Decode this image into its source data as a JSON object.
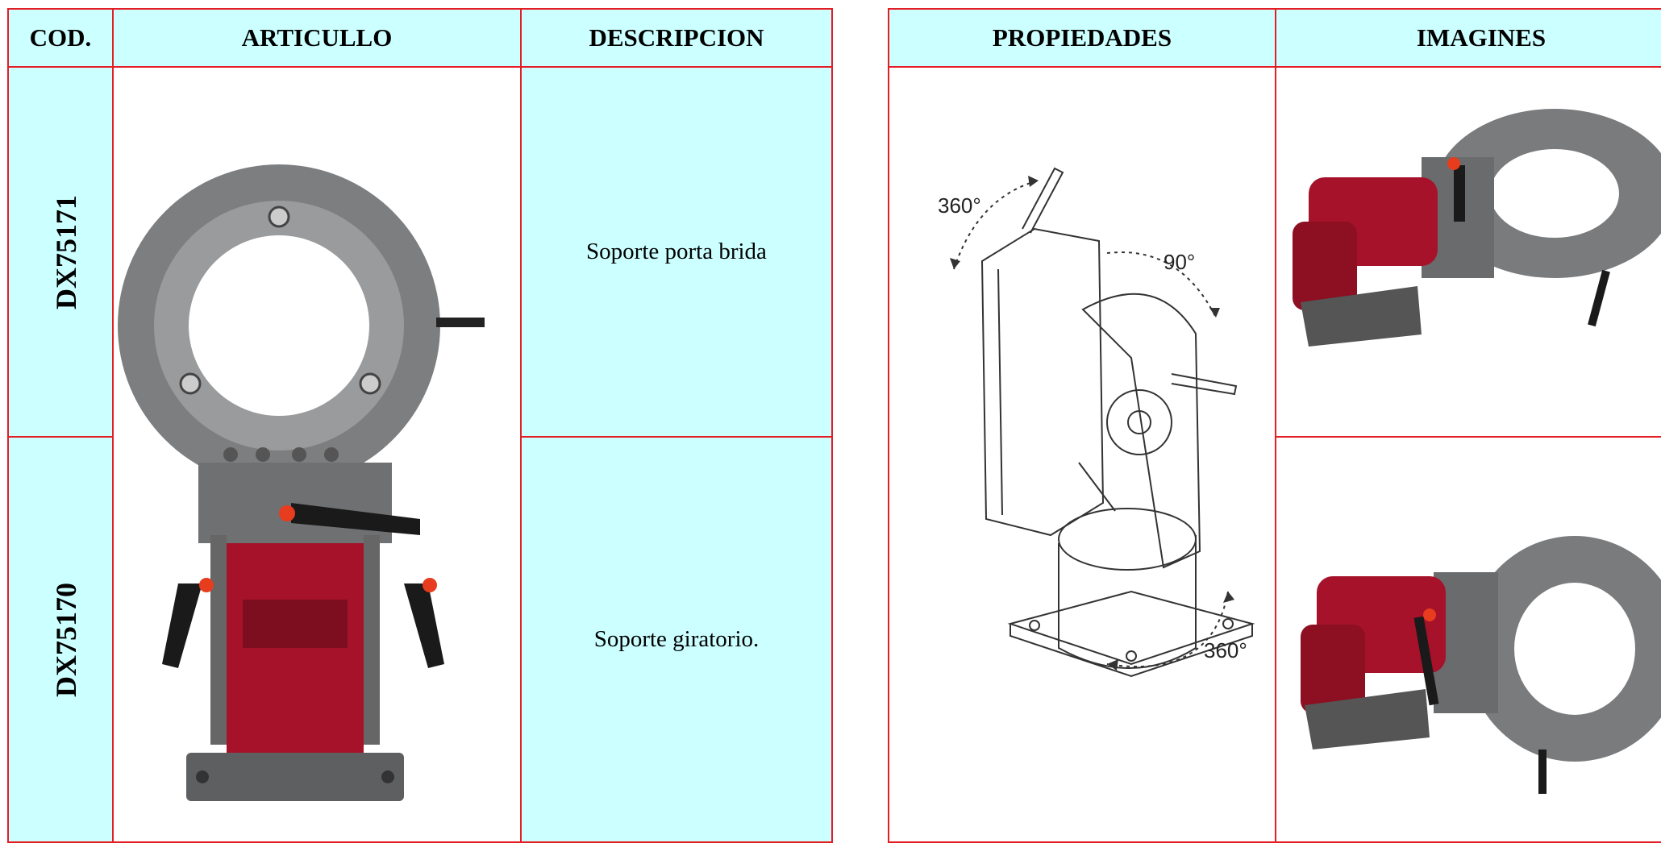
{
  "left_table": {
    "headers": {
      "code": "COD.",
      "article": "ARTICULLO",
      "description": "DESCRIPCION"
    },
    "rows": [
      {
        "code": "DX75171",
        "description": "Soporte porta brida"
      },
      {
        "code": "DX75170",
        "description": "Soporte giratorio."
      }
    ]
  },
  "right_table": {
    "headers": {
      "properties": "PROPIEDADES",
      "images": "IMAGINES"
    }
  },
  "diagram_labels": {
    "rotation_top": "360°",
    "tilt": "90°",
    "rotation_base": "360°"
  },
  "colors": {
    "header_bg": "#ccffff",
    "border": "#e31e24",
    "product_red": "#a5122a",
    "product_gray": "#7a7b7d"
  }
}
